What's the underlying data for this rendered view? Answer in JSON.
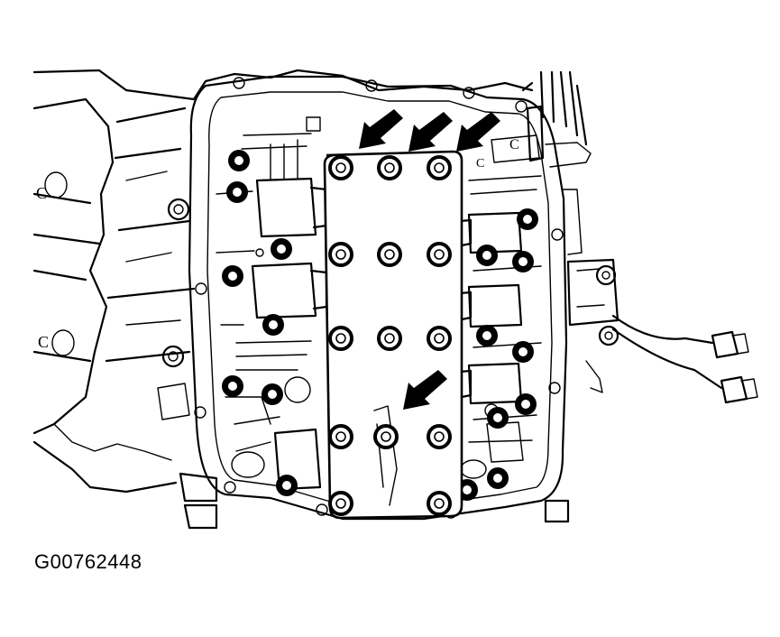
{
  "figure": {
    "code": "G00762448",
    "casting_marks": [
      "C",
      "C",
      "C",
      "C"
    ]
  },
  "colors": {
    "line": "#000000",
    "background": "#ffffff",
    "arrow_fill": "#000000"
  },
  "plate_bolts": [
    {
      "row": 1,
      "col": 1
    },
    {
      "row": 1,
      "col": 2
    },
    {
      "row": 1,
      "col": 3
    },
    {
      "row": 2,
      "col": 1
    },
    {
      "row": 2,
      "col": 2
    },
    {
      "row": 2,
      "col": 3
    },
    {
      "row": 3,
      "col": 1
    },
    {
      "row": 3,
      "col": 2
    },
    {
      "row": 3,
      "col": 3
    },
    {
      "row": 4,
      "col": 1
    },
    {
      "row": 4,
      "col": 2
    },
    {
      "row": 4,
      "col": 3
    },
    {
      "row": 5,
      "col": 1
    },
    {
      "row": 5,
      "col": 3
    }
  ],
  "indicator_arrows": 4
}
